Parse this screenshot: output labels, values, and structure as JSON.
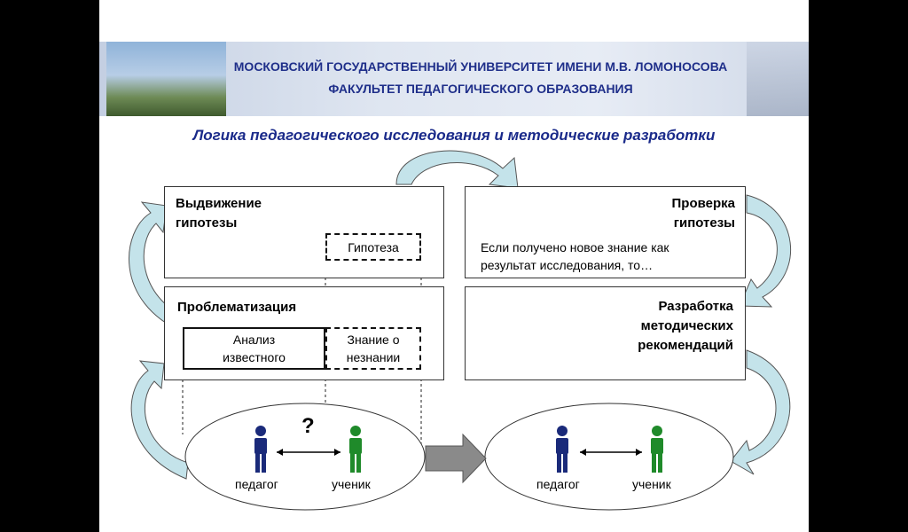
{
  "header": {
    "university": "МОСКОВСКИЙ ГОСУДАРСТВЕННЫЙ УНИВЕРСИТЕТ ИМЕНИ М.В. ЛОМОНОСОВА",
    "faculty": "ФАКУЛЬТЕТ ПЕДАГОГИЧЕСКОГО ОБРАЗОВАНИЯ"
  },
  "title": "Логика педагогического исследования и методические разработки",
  "boxes": {
    "hypothesis_title_1": "Выдвижение",
    "hypothesis_title_2": "гипотезы",
    "hypothesis_inner": "Гипотеза",
    "problem_title": "Проблематизация",
    "analysis_1": "Анализ",
    "analysis_2": "известного",
    "ignorance_1": "Знание о",
    "ignorance_2": "незнании",
    "check_title_1": "Проверка",
    "check_title_2": "гипотезы",
    "check_text_1": "Если получено новое знание как",
    "check_text_2": "результат исследования, то…",
    "dev_title_1": "Разработка",
    "dev_title_2": "методических",
    "dev_title_3": "рекомендаций"
  },
  "left_ellipse": {
    "teacher": "педагог",
    "student": "ученик",
    "question": "?"
  },
  "right_ellipse": {
    "teacher": "педагог",
    "student": "ученик"
  },
  "colors": {
    "header_text": "#1f2f8a",
    "teacher": "#1a2a7a",
    "student": "#1f8a2a",
    "curved_arrow": "#c4e3ea"
  }
}
